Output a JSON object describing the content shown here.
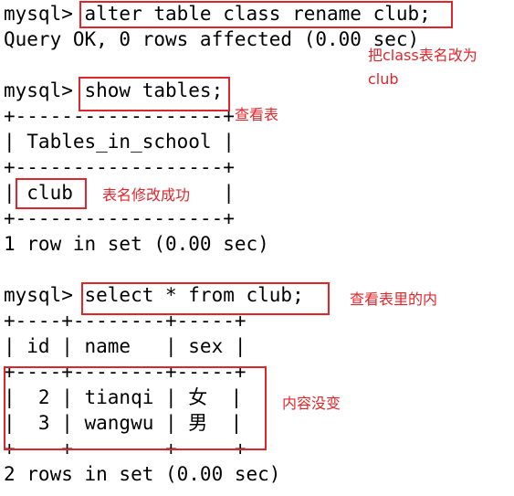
{
  "terminal": {
    "lines": [
      "mysql> alter table class rename club;",
      "Query OK, 0 rows affected (0.00 sec)",
      "",
      "mysql> show tables;",
      "+------------------+",
      "| Tables_in_school |",
      "+------------------+",
      "| club             |",
      "+------------------+",
      "1 row in set (0.00 sec)",
      "",
      "mysql> select * from club;",
      "+----+--------+-----+",
      "| id | name   | sex |",
      "+----+--------+-----+",
      "|  2 | tianqi | 女  |",
      "|  3 | wangwu | 男  |",
      "+----+--------+-----+",
      "2 rows in set (0.00 sec)"
    ]
  },
  "annotations": {
    "rename_line1": "把class表名改为",
    "rename_line2": "club",
    "view_tables": "查看表",
    "rename_success": "表名修改成功",
    "view_contents": "查看表里的内",
    "content_unchanged": "内容没变"
  },
  "colors": {
    "annotation": "#e0262b",
    "text": "#000000",
    "background": "#ffffff"
  }
}
